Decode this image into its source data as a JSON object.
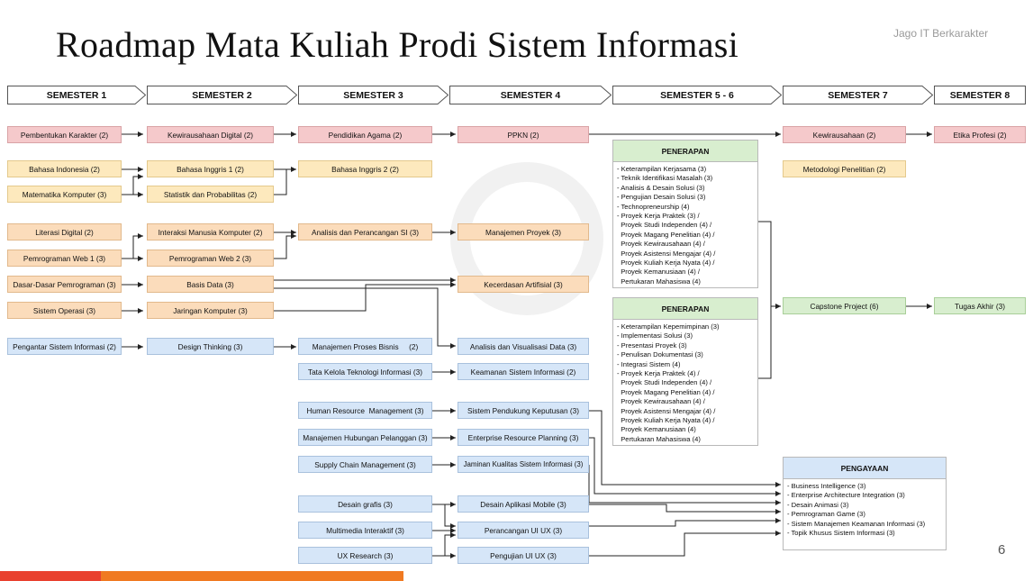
{
  "title": "Roadmap Mata Kuliah Prodi Sistem Informasi",
  "brand": "Jago IT Berkarakter",
  "page_number": "6",
  "colors": {
    "red": "#f5c9cb",
    "yellow": "#fde9bd",
    "orange": "#fbdcbb",
    "blue": "#d6e6f8",
    "green": "#d8eecf",
    "accent_red": "#e9412f",
    "accent_orange": "#f07a22"
  },
  "semesters": [
    "SEMESTER 1",
    "SEMESTER 2",
    "SEMESTER 3",
    "SEMESTER 4",
    "SEMESTER 5 - 6",
    "SEMESTER 7",
    "SEMESTER 8"
  ],
  "courses": {
    "pembentukan_karakter": "Pembentukan Karakter (2)",
    "kewirausahaan_digital": "Kewirausahaan Digital (2)",
    "pendidikan_agama": "Pendidikan Agama (2)",
    "ppkn": "PPKN (2)",
    "kewirausahaan": "Kewirausahaan (2)",
    "etika_profesi": "Etika Profesi (2)",
    "bahasa_indonesia": "Bahasa Indonesia (2)",
    "bahasa_inggris_1": "Bahasa Inggris 1 (2)",
    "bahasa_inggris_2": "Bahasa Inggris 2 (2)",
    "metodologi_penelitian": "Metodologi Penelitian (2)",
    "matematika_komputer": "Matematika Komputer (3)",
    "statistik": "Statistik dan Probabilitas (2)",
    "literasi_digital": "Literasi Digital (2)",
    "imk": "Interaksi Manusia Komputer (2)",
    "analisis_perancangan_si": "Analisis dan Perancangan SI (3)",
    "manajemen_proyek": "Manajemen Proyek (3)",
    "pemrograman_web_1": "Pemrograman Web 1 (3)",
    "pemrograman_web_2": "Pemrograman Web 2 (3)",
    "dasar_pemrograman": "Dasar-Dasar Pemrograman (3)",
    "basis_data": "Basis Data (3)",
    "kecerdasan_artifisial": "Kecerdasan Artifisial (3)",
    "sistem_operasi": "Sistem Operasi (3)",
    "jaringan_komputer": "Jaringan Komputer (3)",
    "capstone": "Capstone Project (6)",
    "tugas_akhir": "Tugas Akhir (3)",
    "pengantar_si": "Pengantar Sistem Informasi (2)",
    "design_thinking": "Design Thinking (3)",
    "manajemen_proses_bisnis": "Manajemen Proses Bisnis     (2)",
    "analisis_visualisasi_data": "Analisis dan Visualisasi Data (3)",
    "tata_kelola_ti": "Tata Kelola Teknologi Informasi (3)",
    "keamanan_si": "Keamanan Sistem Informasi (2)",
    "hrm": "Human Resource  Management (3)",
    "spk": "Sistem Pendukung Keputusan (3)",
    "crm": "Manajemen Hubungan Pelanggan (3)",
    "erp": "Enterprise Resource Planning (3)",
    "scm": "Supply Chain Management (3)",
    "jaminan_kualitas": "Jaminan Kualitas Sistem Informasi (3)",
    "desain_grafis": "Desain grafis (3)",
    "desain_aplikasi_mobile": "Desain Aplikasi Mobile (3)",
    "multimedia_interaktif": "Multimedia Interaktif (3)",
    "perancangan_ui_ux": "Perancangan UI UX (3)",
    "ux_research": "UX Research (3)",
    "pengujian_ui_ux": "Pengujian UI UX (3)"
  },
  "penerapan_1": {
    "title": "PENERAPAN",
    "items": [
      "- Keterampilan Kerjasama (3)",
      "- Teknik Identifikasi Masalah (3)",
      "- Analisis & Desain Solusi (3)",
      "- Pengujian Desain Solusi (3)",
      "- Technopreneurship (4)",
      "- Proyek Kerja Praktek (3) /",
      "  Proyek Studi Independen (4) /",
      "  Proyek Magang Penelitian (4) /",
      "  Proyek Kewirausahaan (4) /",
      "  Proyek Asistensi Mengajar (4) /",
      "  Proyek Kuliah Kerja Nyata (4) /",
      "  Proyek Kemanusiaan (4) /",
      "  Pertukaran Mahasiswa (4)"
    ]
  },
  "penerapan_2": {
    "title": "PENERAPAN",
    "items": [
      "- Keterampilan Kepemimpinan (3)",
      "- Implementasi Solusi (3)",
      "- Presentasi Proyek (3)",
      "- Penulisan Dokumentasi (3)",
      "- Integrasi Sistem (4)",
      "- Proyek Kerja Praktek (4) /",
      "  Proyek Studi Independen (4) /",
      "  Proyek Magang Penelitian (4) /",
      "  Proyek Kewirausahaan (4) /",
      "  Proyek Asistensi Mengajar (4) /",
      "  Proyek Kuliah Kerja Nyata (4) /",
      "  Proyek Kemanusiaan (4)",
      "  Pertukaran Mahasiswa (4)"
    ]
  },
  "pengayaan": {
    "title": "PENGAYAAN",
    "items": [
      "- Business Intelligence (3)",
      "- Enterprise Architecture Integration (3)",
      "- Desain Animasi (3)",
      "- Pemrograman Game (3)",
      "- Sistem Manajemen Keamanan Informasi (3)",
      "- Topik Khusus Sistem Informasi (3)"
    ]
  }
}
